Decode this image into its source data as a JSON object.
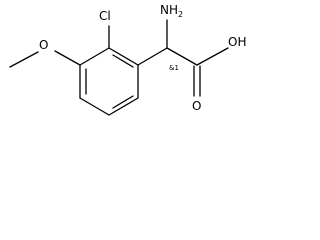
{
  "structure": {
    "atoms": {
      "amino": "NH",
      "amino_sub": "2",
      "chlorine": "Cl",
      "methoxy_oxygen": "O",
      "hydroxyl": "OH",
      "carbonyl_oxygen": "O"
    },
    "stereo_label": "&1"
  }
}
